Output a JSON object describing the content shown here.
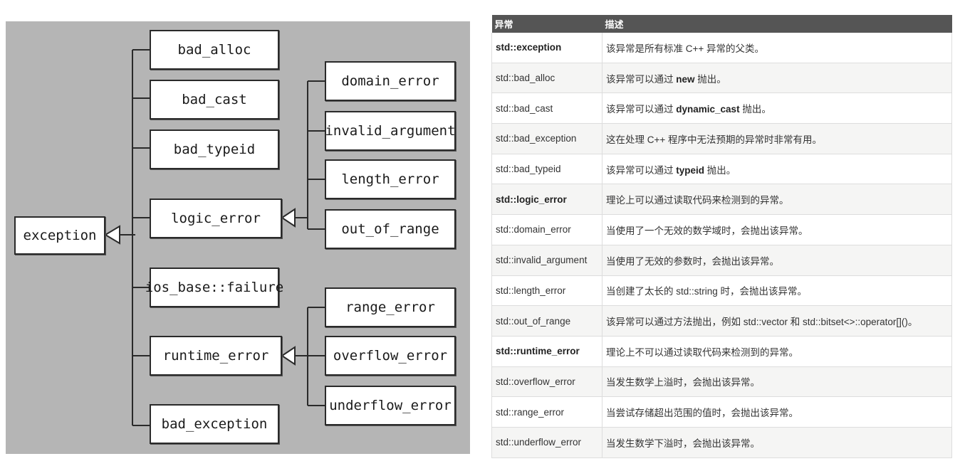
{
  "diagram": {
    "root": "exception",
    "children": [
      "bad_alloc",
      "bad_cast",
      "bad_typeid",
      "logic_error",
      "ios_base::failure",
      "runtime_error",
      "bad_exception"
    ],
    "logic_children": [
      "domain_error",
      "invalid_argument",
      "length_error",
      "out_of_range"
    ],
    "runtime_children": [
      "range_error",
      "overflow_error",
      "underflow_error"
    ],
    "background": "#b5b5b5"
  },
  "table": {
    "headers": [
      "异常",
      "描述"
    ],
    "header_color": "#555555",
    "rows": [
      {
        "name": "std::exception",
        "bold": true,
        "desc": "该异常是所有标准 C++ 异常的父类。"
      },
      {
        "name": "std::bad_alloc",
        "bold": false,
        "desc_pre": "该异常可以通过 ",
        "desc_kw": "new",
        "desc_post": " 抛出。"
      },
      {
        "name": "std::bad_cast",
        "bold": false,
        "desc_pre": "该异常可以通过 ",
        "desc_kw": "dynamic_cast",
        "desc_post": " 抛出。"
      },
      {
        "name": "std::bad_exception",
        "bold": false,
        "desc": "这在处理 C++ 程序中无法预期的异常时非常有用。"
      },
      {
        "name": "std::bad_typeid",
        "bold": false,
        "desc_pre": "该异常可以通过 ",
        "desc_kw": "typeid",
        "desc_post": " 抛出。"
      },
      {
        "name": "std::logic_error",
        "bold": true,
        "desc": "理论上可以通过读取代码来检测到的异常。"
      },
      {
        "name": "std::domain_error",
        "bold": false,
        "desc": "当使用了一个无效的数学域时，会抛出该异常。"
      },
      {
        "name": "std::invalid_argument",
        "bold": false,
        "desc": "当使用了无效的参数时，会抛出该异常。"
      },
      {
        "name": "std::length_error",
        "bold": false,
        "desc": "当创建了太长的 std::string 时，会抛出该异常。"
      },
      {
        "name": "std::out_of_range",
        "bold": false,
        "desc": "该异常可以通过方法抛出，例如 std::vector 和 std::bitset<>::operator[]()。"
      },
      {
        "name": "std::runtime_error",
        "bold": true,
        "desc": "理论上不可以通过读取代码来检测到的异常。"
      },
      {
        "name": "std::overflow_error",
        "bold": false,
        "desc": "当发生数学上溢时，会抛出该异常。"
      },
      {
        "name": "std::range_error",
        "bold": false,
        "desc": "当尝试存储超出范围的值时，会抛出该异常。"
      },
      {
        "name": "std::underflow_error",
        "bold": false,
        "desc": "当发生数学下溢时，会抛出该异常。"
      }
    ]
  }
}
